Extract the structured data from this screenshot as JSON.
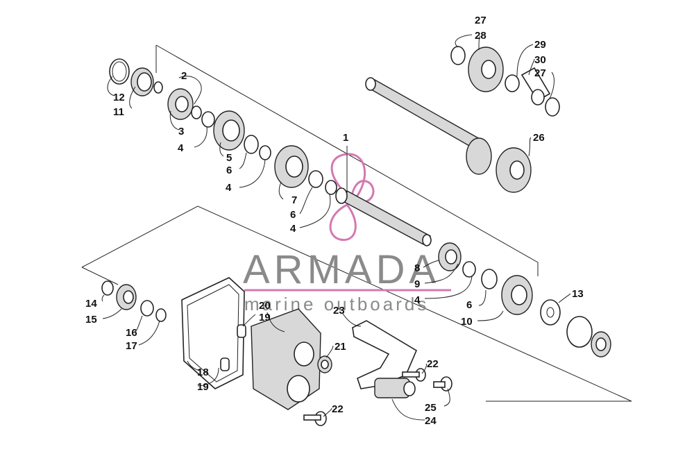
{
  "watermark": {
    "brand": "ARMADA",
    "tagline": "marine outboards",
    "brand_color": "#d479b0",
    "text_color": "#8a8a8a"
  },
  "callouts": [
    {
      "id": "c1",
      "text": "1"
    },
    {
      "id": "c2",
      "text": "2"
    },
    {
      "id": "c3",
      "text": "3"
    },
    {
      "id": "c4a",
      "text": "4"
    },
    {
      "id": "c4b",
      "text": "4"
    },
    {
      "id": "c4c",
      "text": "4"
    },
    {
      "id": "c4d",
      "text": "4"
    },
    {
      "id": "c5",
      "text": "5"
    },
    {
      "id": "c6a",
      "text": "6"
    },
    {
      "id": "c6b",
      "text": "6"
    },
    {
      "id": "c6c",
      "text": "6"
    },
    {
      "id": "c7",
      "text": "7"
    },
    {
      "id": "c8",
      "text": "8"
    },
    {
      "id": "c9",
      "text": "9"
    },
    {
      "id": "c10",
      "text": "10"
    },
    {
      "id": "c11",
      "text": "11"
    },
    {
      "id": "c12",
      "text": "12"
    },
    {
      "id": "c13",
      "text": "13"
    },
    {
      "id": "c14",
      "text": "14"
    },
    {
      "id": "c15",
      "text": "15"
    },
    {
      "id": "c16",
      "text": "16"
    },
    {
      "id": "c17",
      "text": "17"
    },
    {
      "id": "c18",
      "text": "18"
    },
    {
      "id": "c19a",
      "text": "19"
    },
    {
      "id": "c19b",
      "text": "19"
    },
    {
      "id": "c20",
      "text": "20"
    },
    {
      "id": "c21",
      "text": "21"
    },
    {
      "id": "c22a",
      "text": "22"
    },
    {
      "id": "c22b",
      "text": "22"
    },
    {
      "id": "c23",
      "text": "23"
    },
    {
      "id": "c24",
      "text": "24"
    },
    {
      "id": "c25",
      "text": "25"
    },
    {
      "id": "c26",
      "text": "26"
    },
    {
      "id": "c27a",
      "text": "27"
    },
    {
      "id": "c27b",
      "text": "27"
    },
    {
      "id": "c28",
      "text": "28"
    },
    {
      "id": "c29",
      "text": "29"
    },
    {
      "id": "c30",
      "text": "30"
    }
  ]
}
